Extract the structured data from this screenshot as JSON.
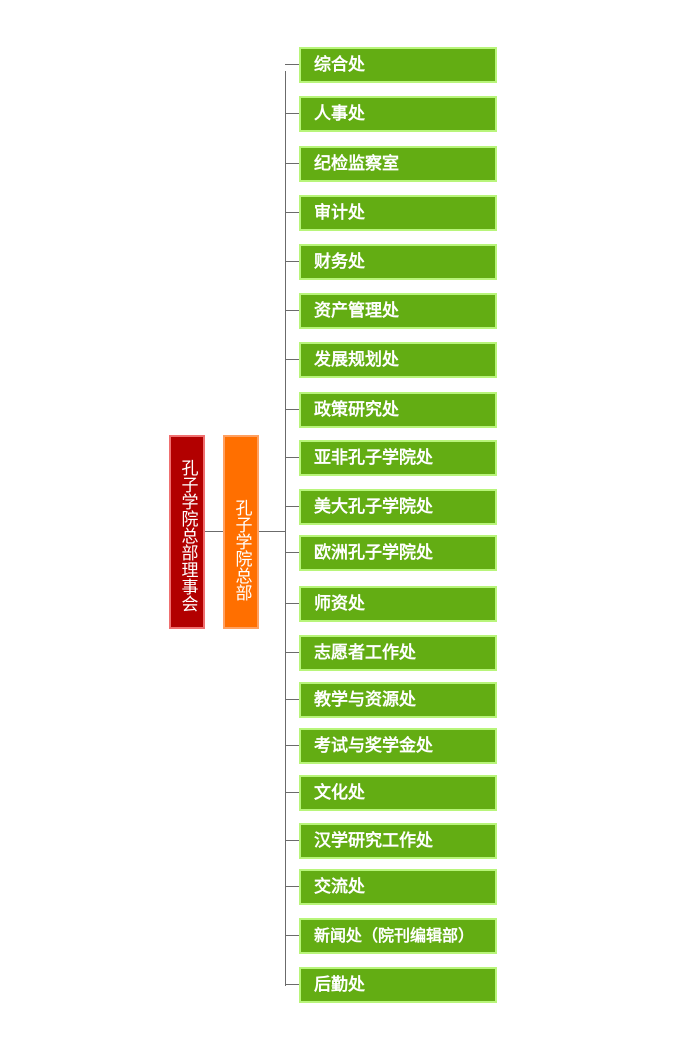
{
  "board": "孔子学院总部理事会",
  "headquarters": "孔子学院总部",
  "departments": [
    "综合处",
    "人事处",
    "纪检监察室",
    "审计处",
    "财务处",
    "资产管理处",
    "发展规划处",
    "政策研究处",
    "亚非孔子学院处",
    "美大孔子学院处",
    "欧洲孔子学院处",
    "师资处",
    "志愿者工作处",
    "教学与资源处",
    "考试与奖学金处",
    "文化处",
    "汉学研究工作处",
    "交流处",
    "新闻处（院刊编辑部）",
    "后勤处"
  ],
  "colors": {
    "board": "#b20000",
    "headquarters": "#ff6f00",
    "department": "#63ad13"
  }
}
